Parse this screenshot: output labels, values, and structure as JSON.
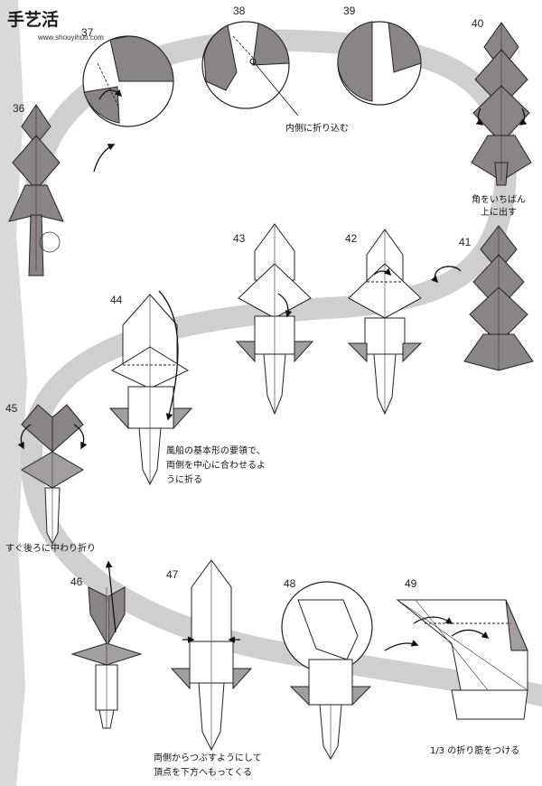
{
  "watermark": {
    "brand": "手艺活",
    "url": "www.shouyihuo.com"
  },
  "steps": [
    "36",
    "37",
    "38",
    "39",
    "40",
    "41",
    "42",
    "43",
    "44",
    "45",
    "46",
    "47",
    "48",
    "49"
  ],
  "notes": {
    "n38": "内側に折り込む",
    "n40_line1": "角をいちばん",
    "n40_line2": "上に出す",
    "n44_line1": "風船の基本形の要領で、",
    "n44_line2": "両側を中心に合わせるよ",
    "n44_line3": "うに折る",
    "n45": "すぐ後ろに中わり折り",
    "n47_line1": "両側からつぶすようにして",
    "n47_line2": "頂点を下方へもってくる",
    "n49": "1/3 の折り筋をつける"
  },
  "colors": {
    "paper_gray": "#8a8486",
    "path_gray": "#cfcfcf",
    "ink": "#222222"
  }
}
